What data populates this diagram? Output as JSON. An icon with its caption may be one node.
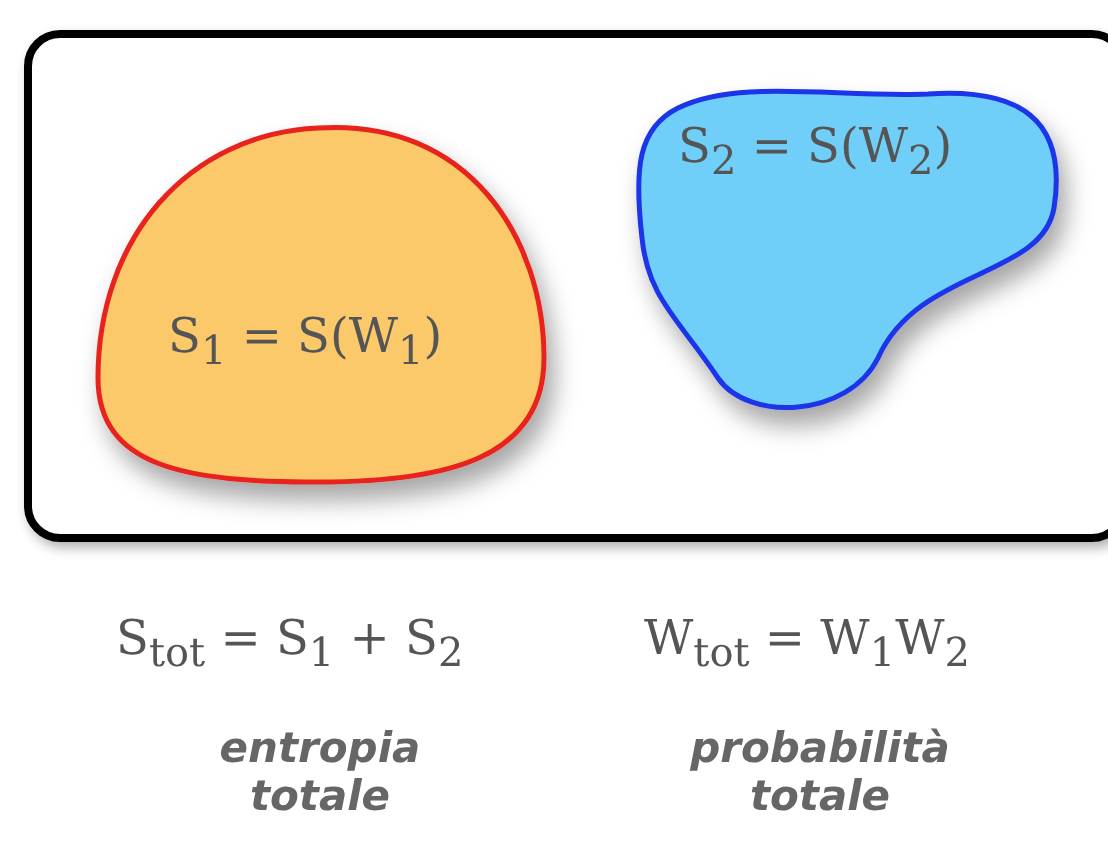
{
  "diagram": {
    "nodes": [
      {
        "text": [],
        "shape": "box"
      },
      {
        "text": [
          "S$_{1}$ = S(W$_{1}$)"
        ],
        "in": 0
      },
      {
        "text": [
          "S$_{2}$ = S(W$_{2}$)"
        ],
        "in": 0
      }
    ],
    "labels": [
      "S$_{tot}$ = S$_{1}$ + S$_{2}$",
      "W$_{tot}$ = W$_{1}$W$_{2}$",
      "entropia totale",
      "probabilità totale"
    ]
  }
}
